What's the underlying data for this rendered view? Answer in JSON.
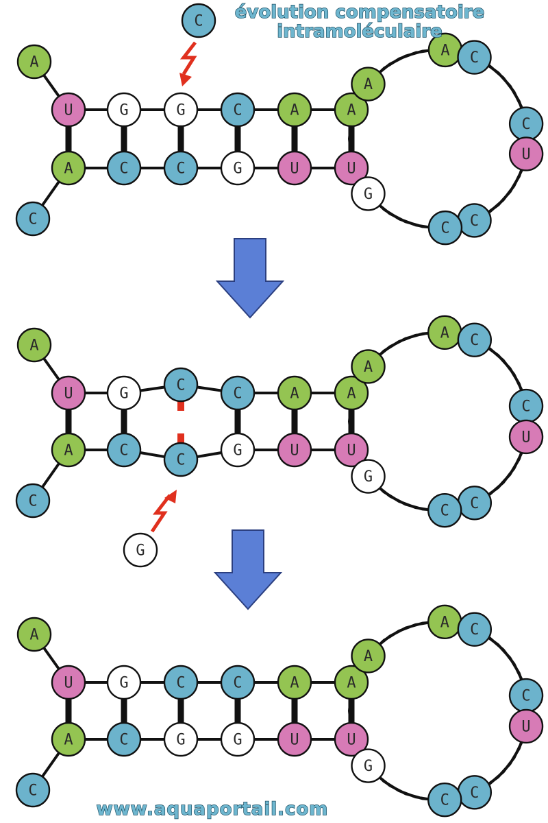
{
  "title": {
    "line1": "évolution compensatoire",
    "line2": "intramoléculaire"
  },
  "footer": "www.aquaportail.com",
  "colors": {
    "A": "#94c452",
    "C": "#6cb3cc",
    "G": "#ffffff",
    "U": "#d77bb6",
    "arrow": "#5b7fd6",
    "mutation": "#e0301e"
  },
  "panels": [
    {
      "five_prime_end": "A",
      "three_prime_end": "C",
      "top_strand": [
        "U",
        "G",
        "G",
        "C",
        "A",
        "A"
      ],
      "bottom_strand": [
        "A",
        "C",
        "C",
        "G",
        "U",
        "U"
      ],
      "loop": [
        "A",
        "C",
        "C",
        "G",
        "A",
        "C",
        "U",
        "C"
      ],
      "broken_pair": null,
      "mutation_label": "C"
    },
    {
      "five_prime_end": "A",
      "three_prime_end": "C",
      "top_strand": [
        "U",
        "G",
        "C",
        "C",
        "A",
        "A"
      ],
      "bottom_strand": [
        "A",
        "C",
        "C",
        "G",
        "U",
        "U"
      ],
      "loop": [
        "A",
        "C",
        "C",
        "G",
        "A",
        "C",
        "U",
        "C"
      ],
      "broken_pair": 2,
      "mutation_label": "G"
    },
    {
      "five_prime_end": "A",
      "three_prime_end": "C",
      "top_strand": [
        "U",
        "G",
        "C",
        "C",
        "A",
        "A"
      ],
      "bottom_strand": [
        "A",
        "C",
        "G",
        "G",
        "U",
        "U"
      ],
      "loop": [
        "A",
        "C",
        "C",
        "G",
        "A",
        "C",
        "U",
        "C"
      ],
      "broken_pair": null,
      "mutation_label": null
    }
  ]
}
